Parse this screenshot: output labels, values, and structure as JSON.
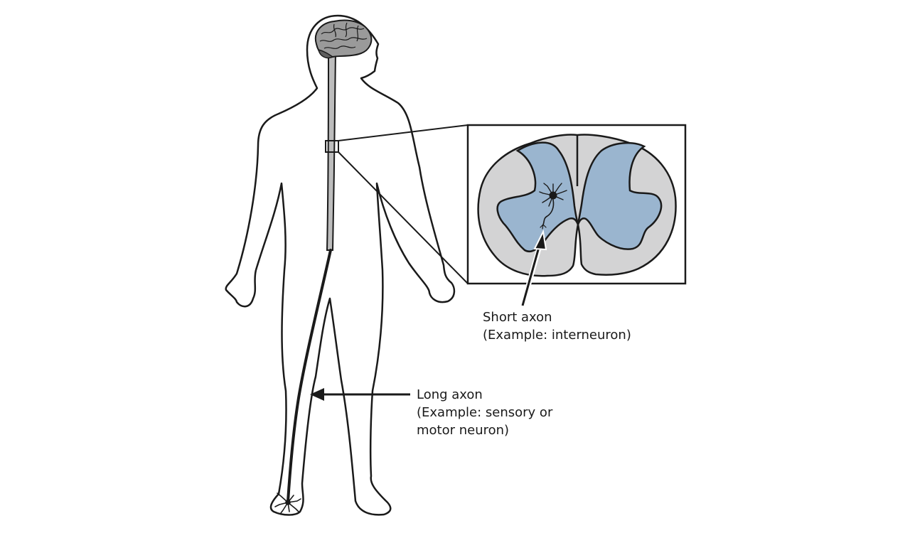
{
  "labels": {
    "short_axon": {
      "line1": "Short axon",
      "line2": "(Example: interneuron)"
    },
    "long_axon": {
      "line1": "Long axon",
      "line2": "(Example: sensory or",
      "line3": "motor neuron)"
    }
  },
  "colors": {
    "outline": "#1a1a1a",
    "spinal_cord": "#bdbdbd",
    "white_matter": "#d3d3d4",
    "gray_matter": "#9ab5cf",
    "brain": "#9a9a9a",
    "background": "#ffffff"
  }
}
